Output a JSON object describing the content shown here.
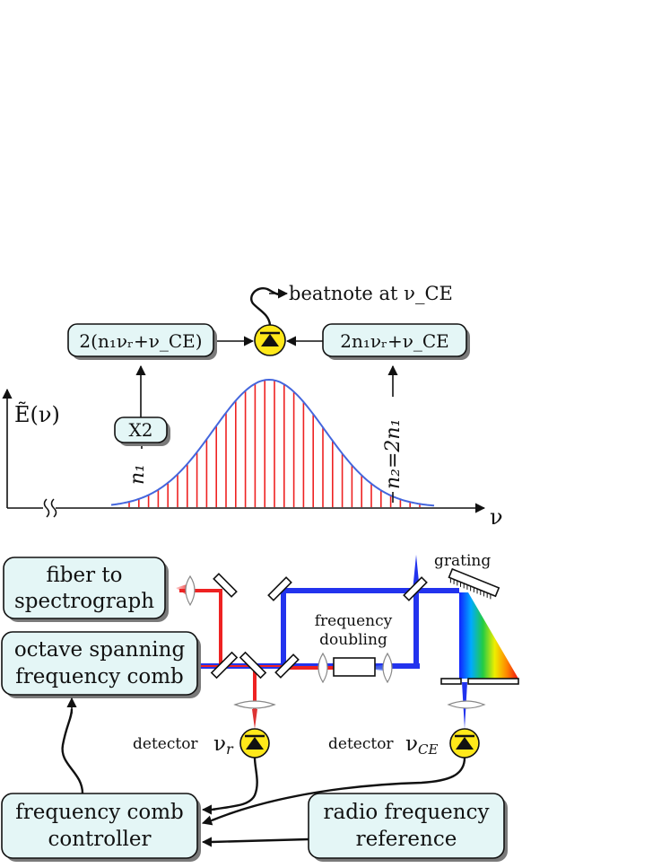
{
  "spectrum": {
    "y_axis_label": "Ẽ(ν)",
    "x_axis_label": "ν",
    "mode_n1": "n₁",
    "mode_n2": "n₂=2n₁",
    "doubler": "X2",
    "left_freq": "2(n₁νᵣ+ν_CE)",
    "right_freq": "2n₁νᵣ+ν_CE",
    "beatnote": "beatnote at ν_CE"
  },
  "setup": {
    "fiber_line1": "fiber to",
    "fiber_line2": "spectrograph",
    "comb_line1": "octave spanning",
    "comb_line2": "frequency comb",
    "doubling_line1": "frequency",
    "doubling_line2": "doubling",
    "grating": "grating",
    "detector_r": "detector",
    "detector_ce": "detector",
    "controller_line1": "frequency comb",
    "controller_line2": "controller",
    "rf_line1": "radio frequency",
    "rf_line2": "reference"
  },
  "colors": {
    "envelope": "#4466dd",
    "comb_lines": "#ee2222",
    "beam_fundamental": "#2233ee",
    "beam_red": "#ee2222",
    "box_fill": "#e4f6f6",
    "detector_fill": "#ffe81a"
  }
}
